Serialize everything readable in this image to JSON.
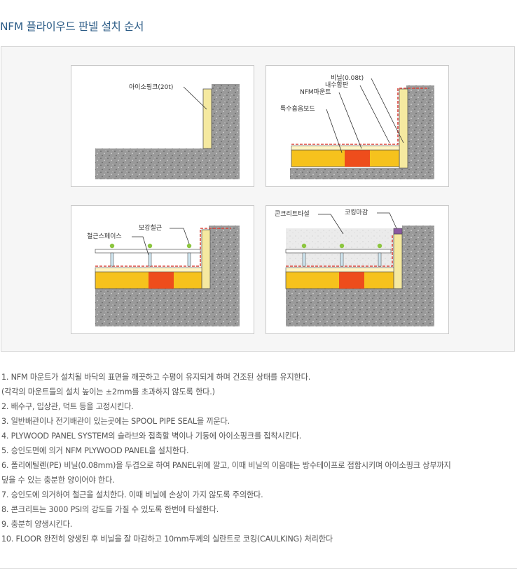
{
  "page": {
    "title": "NFM 플라이우드 판넬 설치 순서"
  },
  "figure": {
    "panel1": {
      "label_iso": "아이소핑크(20t)"
    },
    "panel2": {
      "label_vinyl": "비닐(0.08t)",
      "label_waterproof": "내수합판",
      "label_mount": "NFM마운트",
      "label_board": "특수흡음보드"
    },
    "panel3": {
      "label_rebar": "보강철근",
      "label_spacer": "철근스페이스"
    },
    "panel4": {
      "label_concrete": "콘크리트타설",
      "label_caulking": "코킹마감"
    },
    "colors": {
      "concrete": "#9a9a9a",
      "insulation": "#f5e9a0",
      "board": "#f6c21d",
      "mount": "#ee4d1c",
      "vinyl": "#d9453b",
      "rebar": "#8cc63f",
      "spacer": "#cfe6f0",
      "new_concrete": "#e8e8e8",
      "caulking": "#8a5aa0"
    }
  },
  "steps": [
    "1. NFM 마운트가 설치될 바닥의 표면을 깨끗하고 수평이 유지되게 하며 건조된 상태를 유지한다.",
    "(각각의 마운트들의 설치 높이는 ±2mm를 초과하지 않도록 한다.)",
    "2. 배수구, 입상관, 덕트 등을 고정시킨다.",
    "3. 일반배관이나 전기배관이 있는곳에는 SPOOL PIPE SEAL을 끼운다.",
    "4. PLYWOOD PANEL SYSTEM의 슬라브와 접촉할 벽이나 기둥에 아이소핑크를 접착시킨다.",
    "5. 승인도면에 의거 NFM PLYWOOD PANEL을 설치한다.",
    "6. 폴리에틸렌(PE) 비닐(0.08mm)을 두겹으로 하여 PANEL위에 깔고, 이때 비닐의 이음매는 방수테이프로 접합시키며 아이소핑크 상부까지",
    "덮을 수 있는 충분한 양이어야 한다.",
    "7. 승인도에 의거하여 철근을 설치한다. 이때 비닐에 손상이 가지 않도록 주의한다.",
    "8. 콘크리트는 3000 PSI의 강도를 가질 수 있도록 한번에 타설한다.",
    "9. 충분히 양생시킨다.",
    "10. FLOOR 완전히 양생된 후 비닐을 잘 마감하고 10mm두께의 실란트로 코킹(CAULKING) 처리한다"
  ]
}
